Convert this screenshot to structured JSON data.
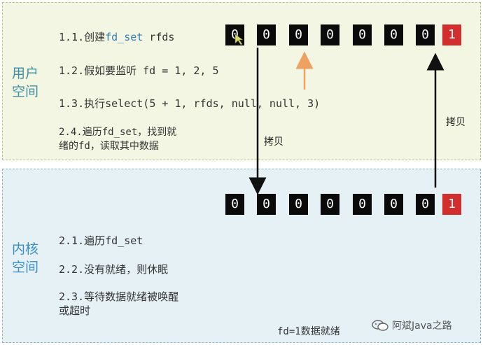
{
  "user_space": {
    "label": "用户\n空间",
    "steps": [
      {
        "prefix": "1.1.创建",
        "highlight": "fd_set",
        "suffix": " rfds"
      },
      {
        "text": "1.2.假如要监听 fd = 1, 2, 5"
      },
      {
        "text": "1.3.执行select(5 + 1, rfds, null, null, 3)"
      },
      {
        "line1": "2.4.遍历fd_set，找到就",
        "line2": "绪的fd，读取其中数据"
      }
    ],
    "bits": [
      "0",
      "0",
      "0",
      "0",
      "0",
      "0",
      "0",
      "1"
    ]
  },
  "kernel_space": {
    "label": "内核\n空间",
    "steps": [
      {
        "text": "2.1.遍历fd_set"
      },
      {
        "text": "2.2.没有就绪，则休眠"
      },
      {
        "line1": "2.3.等待数据就绪被唤醒",
        "line2": "或超时"
      }
    ],
    "bits": [
      "0",
      "0",
      "0",
      "0",
      "0",
      "0",
      "0",
      "1"
    ]
  },
  "copy_down_label": "拷贝",
  "copy_up_label": "拷贝",
  "footnote": "fd=1数据就绪",
  "watermark": "阿斌Java之路",
  "colors": {
    "user_bg": "#f4f6e4",
    "kernel_bg": "#e6f1f6",
    "bit_zero": "#0a0a0a",
    "bit_one": "#d22e2e",
    "pointer": "#f0a060",
    "highlight": "#2e7fb8"
  }
}
